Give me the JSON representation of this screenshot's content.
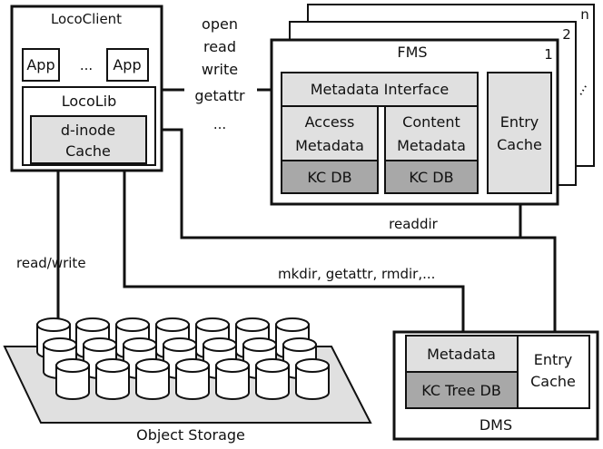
{
  "client": {
    "title": "LocoClient",
    "app_left": "App",
    "ellipsis": "...",
    "app_right": "App",
    "lib_title": "LocoLib",
    "cache_line1": "d-inode",
    "cache_line2": "Cache"
  },
  "ops": {
    "items": [
      "open",
      "read",
      "write",
      "getattr",
      "..."
    ]
  },
  "fms": {
    "stack_labels": [
      "n",
      "2",
      "..."
    ],
    "title": "FMS",
    "index": "1",
    "metadata_interface": "Metadata Interface",
    "access_line1": "Access",
    "access_line2": "Metadata",
    "content_line1": "Content",
    "content_line2": "Metadata",
    "kcdb_left": "KC DB",
    "kcdb_right": "KC DB",
    "entry_line1": "Entry",
    "entry_line2": "Cache"
  },
  "links": {
    "readdir": "readdir",
    "read_write": "read/write",
    "dir_ops": "mkdir, getattr, rmdir,..."
  },
  "dms": {
    "title": "DMS",
    "metadata": "Metadata",
    "kc_tree_db": "KC Tree DB",
    "entry_line1": "Entry",
    "entry_line2": "Cache"
  },
  "storage": {
    "label": "Object Storage"
  },
  "colors": {
    "box_fill": "#e0e0e0",
    "db_fill": "#a8a8a8",
    "stroke": "#111111"
  }
}
